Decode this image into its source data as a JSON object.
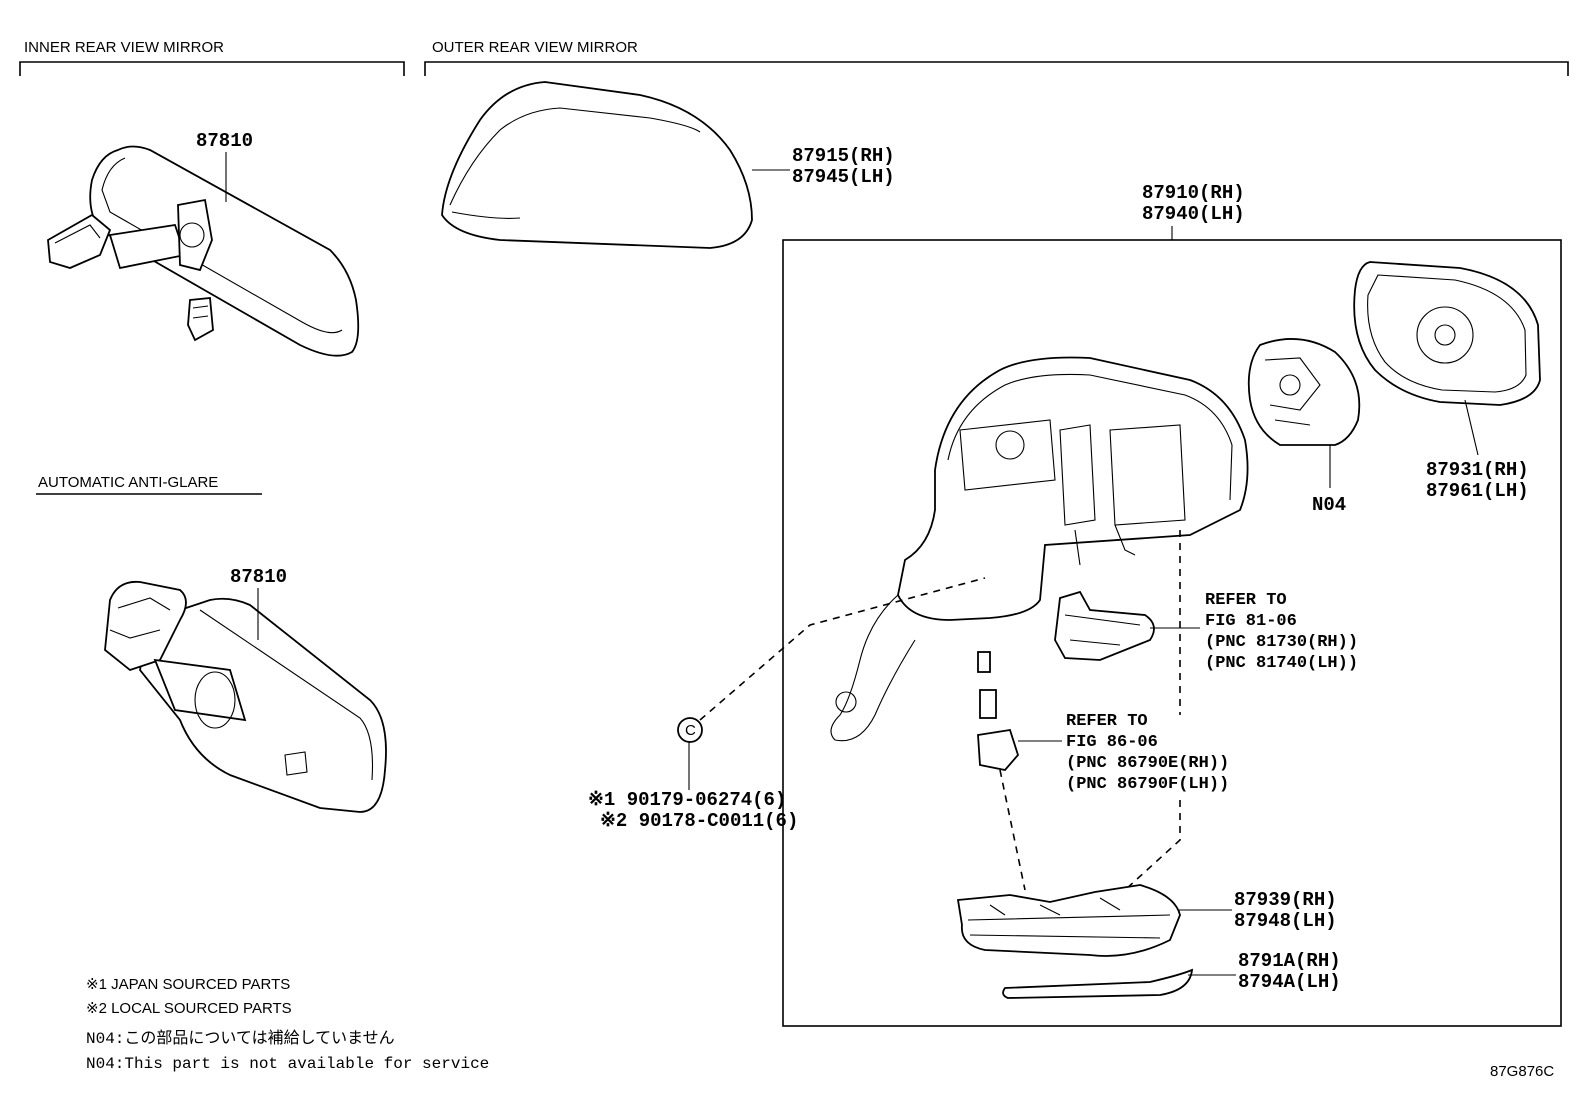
{
  "sections": {
    "inner": "INNER REAR VIEW MIRROR",
    "outer": "OUTER REAR VIEW MIRROR",
    "anti_glare": "AUTOMATIC ANTI-GLARE"
  },
  "parts": {
    "inner_mirror_1": "87810",
    "inner_mirror_2": "87810",
    "cover_rh": "87915(RH)",
    "cover_lh": "87945(LH)",
    "assy_rh": "87910(RH)",
    "assy_lh": "87940(LH)",
    "glass_rh": "87931(RH)",
    "glass_lh": "87961(LH)",
    "actuator": "N04",
    "lamp_rh": "87939(RH)",
    "lamp_lh": "87948(LH)",
    "trim_rh": "8791A(RH)",
    "trim_lh": "8794A(LH)",
    "clip_1": "※1 90179-06274(6)",
    "clip_2": "※2 90178-C0011(6)",
    "clip_symbol": "C"
  },
  "refs": {
    "ref1": [
      "REFER TO",
      "FIG 81-06",
      "(PNC 81730(RH))",
      "(PNC 81740(LH))"
    ],
    "ref2": [
      "REFER TO",
      "FIG 86-06",
      "(PNC 86790E(RH))",
      "(PNC 86790F(LH))"
    ]
  },
  "notes": {
    "n1": "※1 JAPAN SOURCED PARTS",
    "n2": "※2 LOCAL SOURCED PARTS",
    "n3": "N04:この部品については補給していません",
    "n4": "N04:This part is not available for service"
  },
  "figure_code": "87G876C"
}
